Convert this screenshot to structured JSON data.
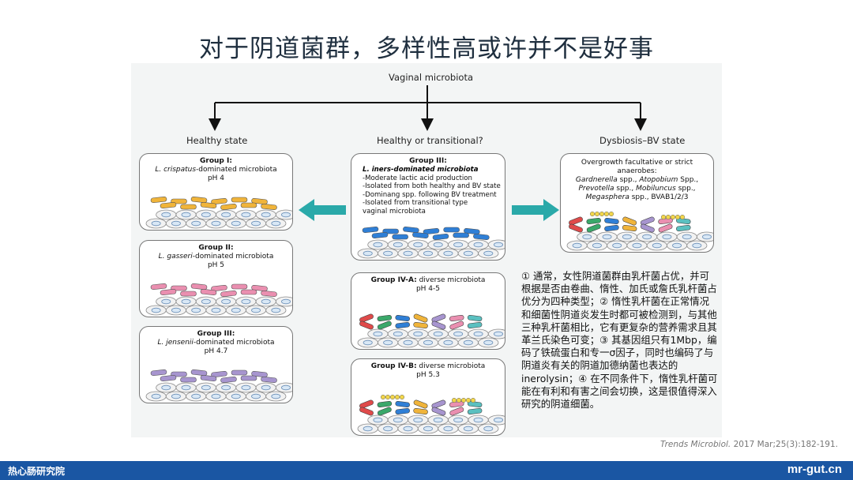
{
  "slide": {
    "title": "对于阴道菌群，多样性高或许并不是好事"
  },
  "figure": {
    "root_label": "Vaginal microbiota",
    "branches": [
      "Healthy state",
      "Healthy or transitional?",
      "Dysbiosis–BV state"
    ],
    "healthy_groups": [
      {
        "title": "Group I:",
        "species": "L. crispatus",
        "suffix": "-dominated microbiota",
        "ph": "pH 4",
        "color": "#f0b43a"
      },
      {
        "title": "Group II:",
        "species": "L. gasseri",
        "suffix": "-dominated microbiota",
        "ph": "pH 5",
        "color": "#ea8fb0"
      },
      {
        "title": "Group III:",
        "species": "L. jensenii",
        "suffix": "-dominated microbiota",
        "ph": "pH 4.7",
        "color": "#a795cf"
      }
    ],
    "transitional": {
      "title": "Group III:",
      "subtitle": "L. iners-dominated microbiota",
      "items": [
        "-Moderate lactic acid production",
        "-Isolated from both healthy and BV state",
        "-Dominang spp. following BV treatment",
        "-Isolated from transitional type",
        " vaginal microbiota"
      ],
      "color": "#2f7fd6"
    },
    "group_iva": {
      "title": "Group IV-A:",
      "suffix": " diverse microbiota",
      "ph": "pH 4-5"
    },
    "group_ivb": {
      "title": "Group IV-B:",
      "suffix": " diverse microbiota",
      "ph": "pH 5.3"
    },
    "dysbiosis": {
      "line1": "Overgrowth facultative or strict anaerobes:",
      "line2a": "Gardnerella",
      "line2b": " spp., ",
      "line2c": "Atopobium",
      "line2d": " Spp.,",
      "line3a": "Prevotella",
      "line3b": " spp., ",
      "line3c": "Mobiluncus",
      "line3d": " spp.,",
      "line4a": "Megasphera",
      "line4b": " spp., BVAB1/2/3"
    }
  },
  "note": "① 通常，女性阴道菌群由乳杆菌占优，并可根据是否由卷曲、惰性、加氏或詹氏乳杆菌占优分为四种类型；② 惰性乳杆菌在正常情况和细菌性阴道炎发生时都可被检测到，与其他三种乳杆菌相比，它有更复杂的营养需求且其革兰氏染色可变；③ 其基因组只有1Mbp，编码了铁硫蛋白和专一σ因子，同时也编码了与阴道炎有关的阴道加德纳菌也表达的inerolysin；④ 在不同条件下，惰性乳杆菌可能在有利和有害之间会切换，这是很值得深入研究的阴道细菌。",
  "citation": {
    "journal": "Trends  Microbiol.",
    "rest": " 2017 Mar;25(3):182-191."
  },
  "footer": {
    "left": "热心肠研究院",
    "right": "mr-gut.cn"
  },
  "colors": {
    "footer": "#1a56a3",
    "arrow": "#2aa9a9",
    "cell_fill": "#d9e8f6",
    "cell_stroke": "#6a8fb8"
  }
}
